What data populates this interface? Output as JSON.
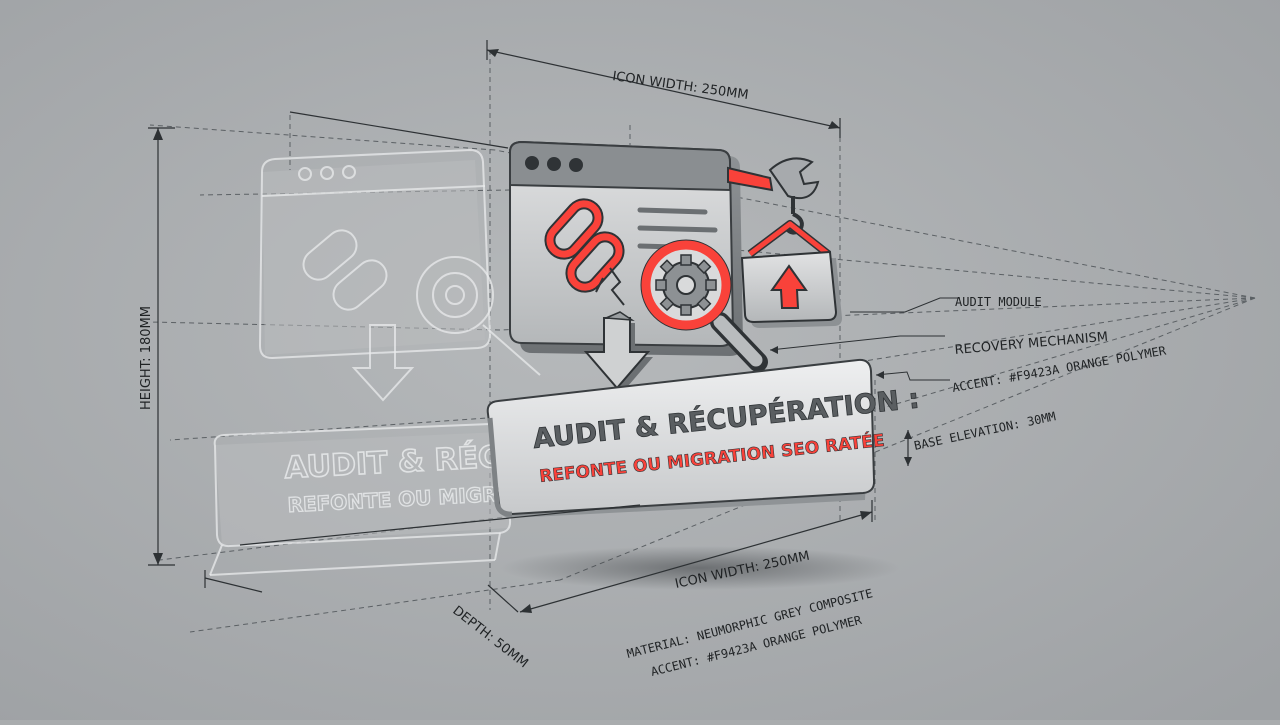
{
  "plaque": {
    "title": "AUDIT & RÉCUPÉRATION :",
    "subtitle": "REFONTE OU MIGRATION SEO RATÉE"
  },
  "ghost_plaque": {
    "title": "AUDIT & RÉC",
    "subtitle": "REFONTE OU MIGR"
  },
  "dimensions": {
    "icon_width_top": "ICON WIDTH: 250MM",
    "icon_width_bottom": "ICON WIDTH: 250MM",
    "height": "HEIGHT: 180MM",
    "depth": "DEPTH: 50MM",
    "base_elevation": "BASE ELEVATION: 30MM"
  },
  "callouts": {
    "audit_module": "AUDIT MODULE",
    "recovery_mechanism": "RECOVERY MECHANISM",
    "accent": "ACCENT: #F9423A ORANGE POLYMER"
  },
  "material_note": {
    "line1": "MATERIAL: NEUMORPHIC GREY COMPOSITE",
    "line2": "ACCENT: #F9423A ORANGE POLYMER"
  },
  "icons": [
    "browser-window-icon",
    "broken-link-icon",
    "magnifier-gear-icon",
    "wrench-icon",
    "crane-hook-box-icon",
    "down-arrow-icon"
  ],
  "colors": {
    "background": "#a9acae",
    "accent": "#F9423A",
    "body_grey": "#c9cbcd",
    "line": "#2d3134"
  }
}
